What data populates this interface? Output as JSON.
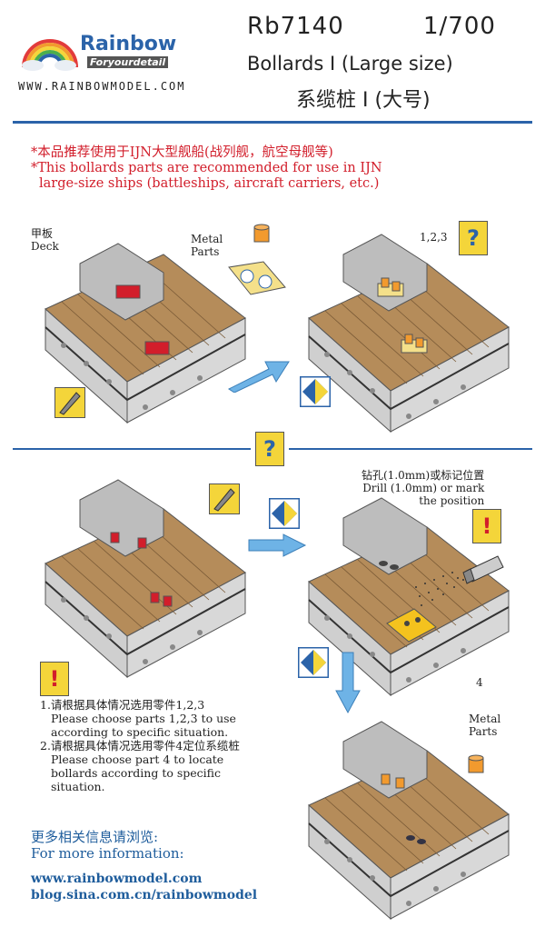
{
  "header": {
    "brand": "Rainbow",
    "slogan": "Foryourdetail",
    "url": "WWW.RAINBOWMODEL.COM",
    "code": "Rb7140",
    "scale": "1/700",
    "title": "Bollards I (Large size)",
    "title_cn": "系缆桩 I (大号)"
  },
  "notes": {
    "cn": "*本品推荐使用于IJN大型舰船(战列舰，航空母舰等)",
    "en1": "*This bollards parts are recommended for use in IJN",
    "en2": "large-size ships (battleships, aircraft carriers, etc.)"
  },
  "labels": {
    "deck_cn": "甲板",
    "deck_en": "Deck",
    "metal1": "Metal",
    "metal2": "Parts",
    "parts": "1,2,3",
    "drill_cn": "钻孔(1.0mm)或标记位置",
    "drill_en1": "Drill (1.0mm) or mark",
    "drill_en2": "the position",
    "part4": "4",
    "metal_b1": "Metal",
    "metal_b2": "Parts"
  },
  "steps": {
    "s1_cn": "1.请根据具体情况选用零件1,2,3",
    "s1_en1": "Please choose parts 1,2,3 to use",
    "s1_en2": "according to specific situation.",
    "s2_cn": "2.请根据具体情况选用零件4定位系缆桩",
    "s2_en1": "Please choose part 4 to locate",
    "s2_en2": "bollards according to specific",
    "s2_en3": "situation."
  },
  "footer": {
    "more_cn": "更多相关信息请浏览:",
    "more_en": "For more information:",
    "link1": "www.rainbowmodel.com",
    "link2": "blog.sina.com.cn/rainbowmodel"
  },
  "icons": {
    "question": "?",
    "warning": "!"
  },
  "colors": {
    "brand_blue": "#2b63a9",
    "note_red": "#d21e2b",
    "warn_yellow": "#f4d53a",
    "deck_wood": "#b58c5a",
    "hull_grey": "#c9c9c9"
  }
}
